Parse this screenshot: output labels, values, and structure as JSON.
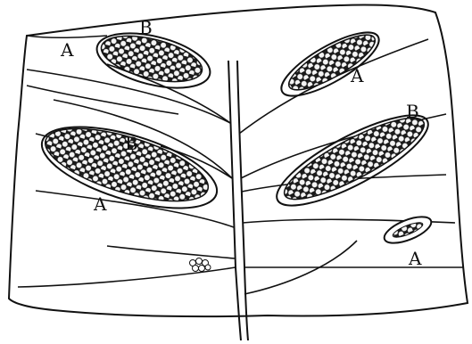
{
  "figure": {
    "style": "black ink engraving on white",
    "ink_color": "#111111",
    "paper_color": "#ffffff"
  },
  "labels": {
    "indusium": "A",
    "sorus": "B"
  }
}
